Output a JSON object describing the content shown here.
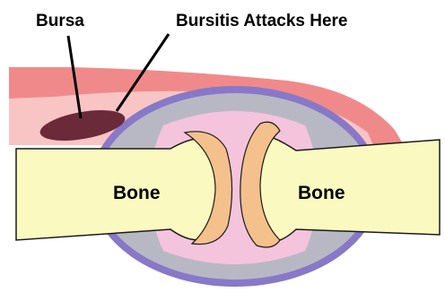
{
  "labels": {
    "bursa": "Bursa",
    "bursitis": "Bursitis Attacks Here",
    "bone_left": "Bone",
    "bone_right": "Bone"
  },
  "colors": {
    "skin_outer": "#f08a8a",
    "skin_inner": "#f8c4c4",
    "capsule": "#8878c8",
    "joint_space": "#b8b8c4",
    "synovium": "#f4c4dc",
    "bone": "#fafac0",
    "cartilage": "#f4c08c",
    "bursa": "#6a2a3a",
    "outline": "#1a1a1a"
  }
}
